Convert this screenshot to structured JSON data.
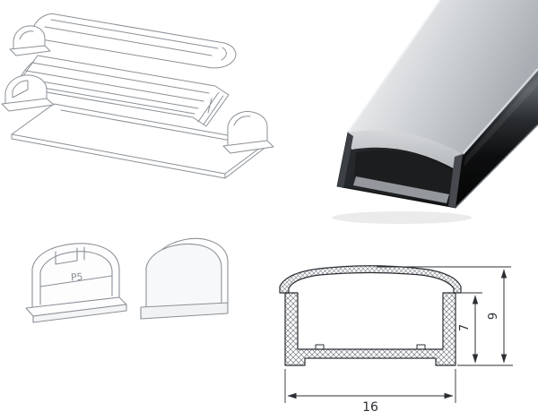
{
  "figure": {
    "description": "LED aluminium profile product sheet: exploded drawing, photo render, end caps, cross-section",
    "dimensions": {
      "width_mm": "16",
      "inner_height_mm": "7",
      "total_height_mm": "9"
    },
    "endcap_marking": "P5"
  },
  "colors": {
    "background": "#ffffff",
    "line_art": "#8b9197",
    "technical_line": "#2b2f33",
    "hatch": "#767b81",
    "profile_black": "#0c0d0e",
    "diffuser_gray": "#c7cacd"
  }
}
